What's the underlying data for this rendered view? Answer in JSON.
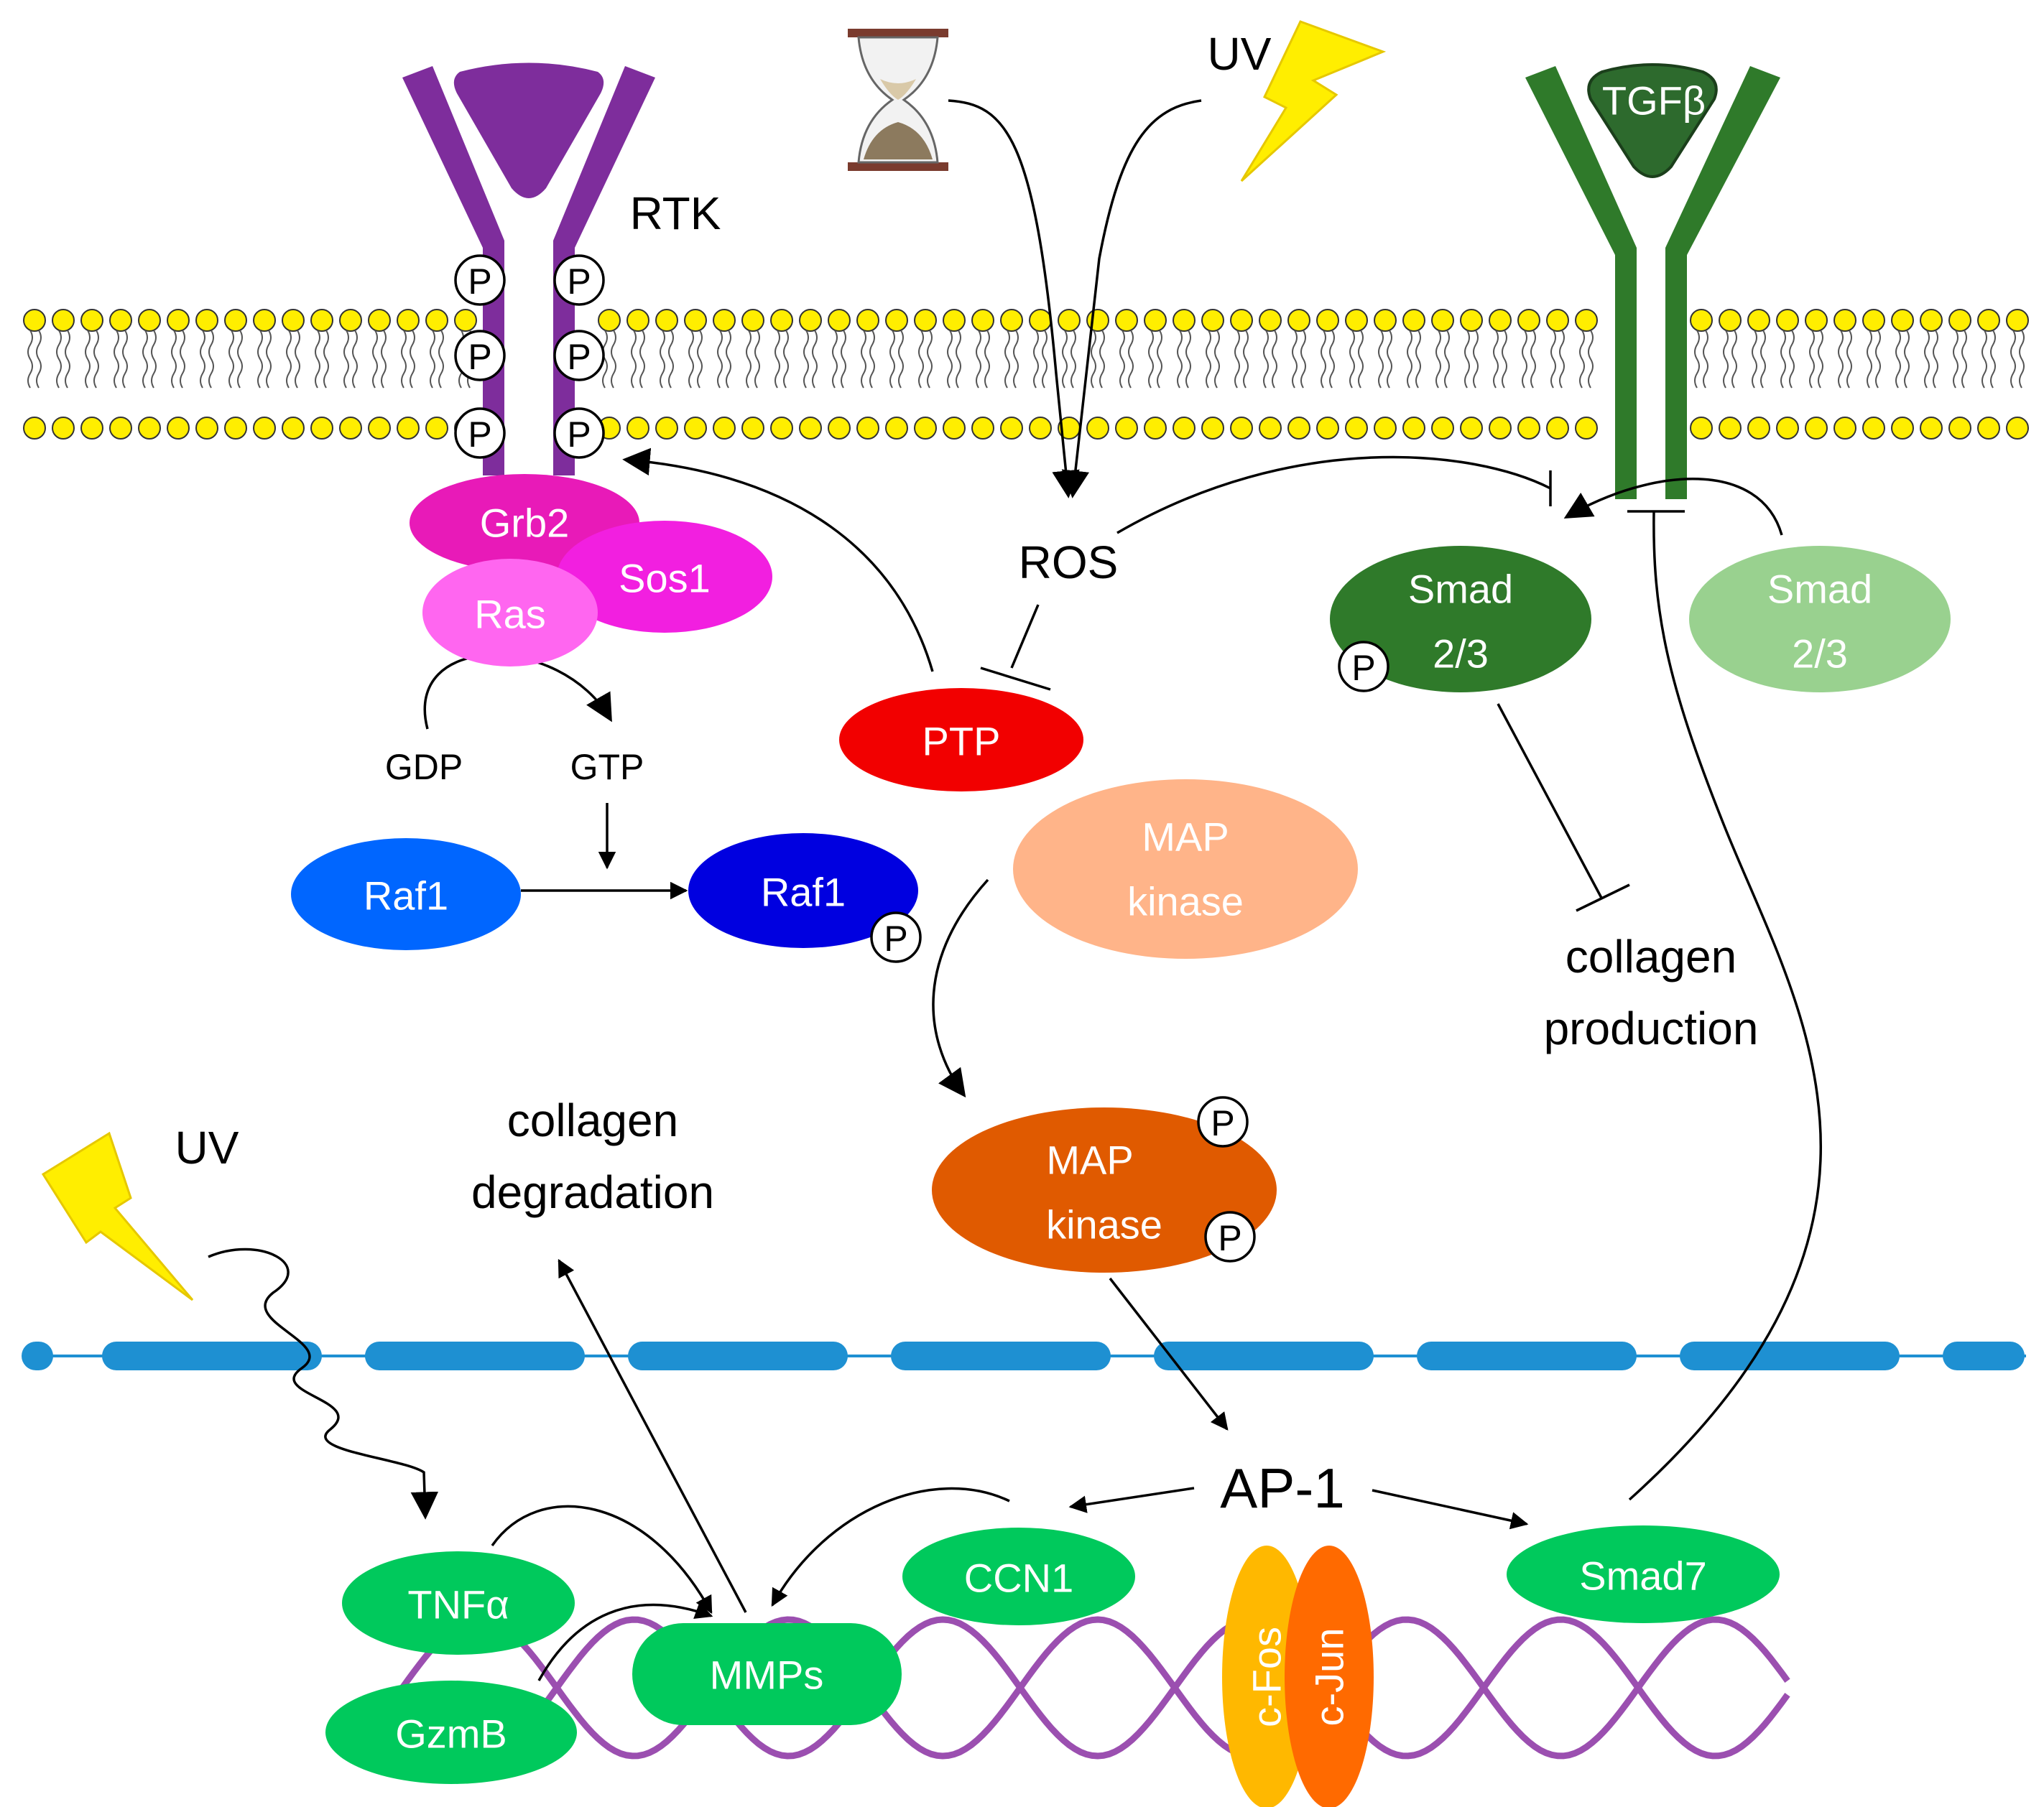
{
  "labels": {
    "rtk": "RTK",
    "uv_top": "UV",
    "tgfb": "TGFβ",
    "uv_left": "UV",
    "grb2": "Grb2",
    "sos1": "Sos1",
    "ras": "Ras",
    "gdp": "GDP",
    "gtp": "GTP",
    "raf1_inactive": "Raf1",
    "raf1_active": "Raf1",
    "ros": "ROS",
    "ptp": "PTP",
    "map_kinase_inactive": [
      "MAP",
      "kinase"
    ],
    "map_kinase_active": [
      "MAP",
      "kinase"
    ],
    "smad23_p": [
      "Smad",
      "2/3"
    ],
    "smad23": [
      "Smad",
      "2/3"
    ],
    "collagen_production": [
      "collagen",
      "production"
    ],
    "collagen_degradation": [
      "collagen",
      "degradation"
    ],
    "ap1": "AP-1",
    "ccn1": "CCN1",
    "smad7": "Smad7",
    "tnfa": "TNFα",
    "gzmb": "GzmB",
    "mmps": "MMPs",
    "cfos": "c-Fos",
    "cjun": "c-Jun",
    "phospho": "P"
  },
  "colors": {
    "rtk": "#7e2d9c",
    "tgf_receptor": "#2f7a2a",
    "tgf_ligand": "#2d6a2d",
    "grb2": "#e81ab8",
    "sos1": "#f21fe0",
    "ras": "#ff66f0",
    "raf1_inactive": "#0066ff",
    "raf1_active": "#0000e0",
    "ptp": "#f20000",
    "map_kinase_inactive": "#ffb489",
    "map_kinase_active": "#e05a00",
    "smad23_p": "#2f7a2a",
    "smad23": "#99d18f",
    "gene_product": "#00c95c",
    "cfos": "#ffb800",
    "cjun": "#ff6a00",
    "dna": "#9b4fb0",
    "nuclear_membrane": "#1e90d2",
    "lipid_head": "#ffee00",
    "lightning": "#ffee00"
  }
}
